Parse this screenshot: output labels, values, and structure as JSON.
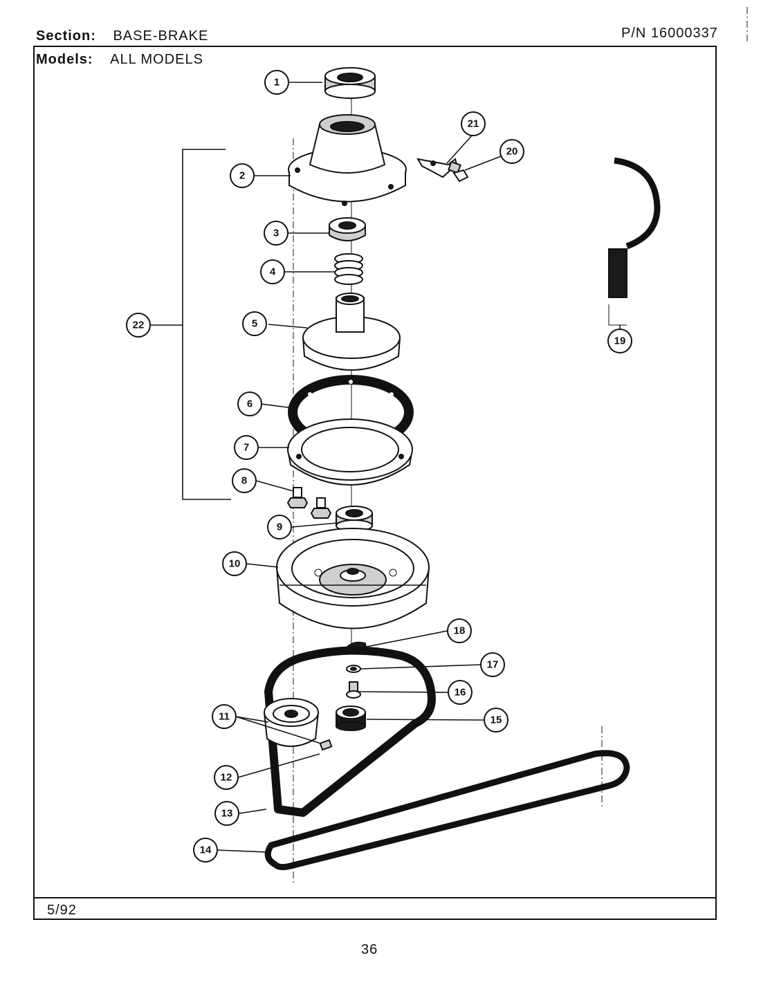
{
  "header": {
    "section_label": "Section:",
    "section_value": "BASE-BRAKE",
    "part_number": "P/N 16000337",
    "models_label": "Models:",
    "models_value": "ALL MODELS"
  },
  "footer": {
    "date": "5/92",
    "page_number": "36"
  },
  "callouts": [
    "1",
    "2",
    "3",
    "4",
    "5",
    "6",
    "7",
    "8",
    "9",
    "10",
    "11",
    "12",
    "13",
    "14",
    "15",
    "16",
    "17",
    "18",
    "19",
    "20",
    "21",
    "22"
  ]
}
